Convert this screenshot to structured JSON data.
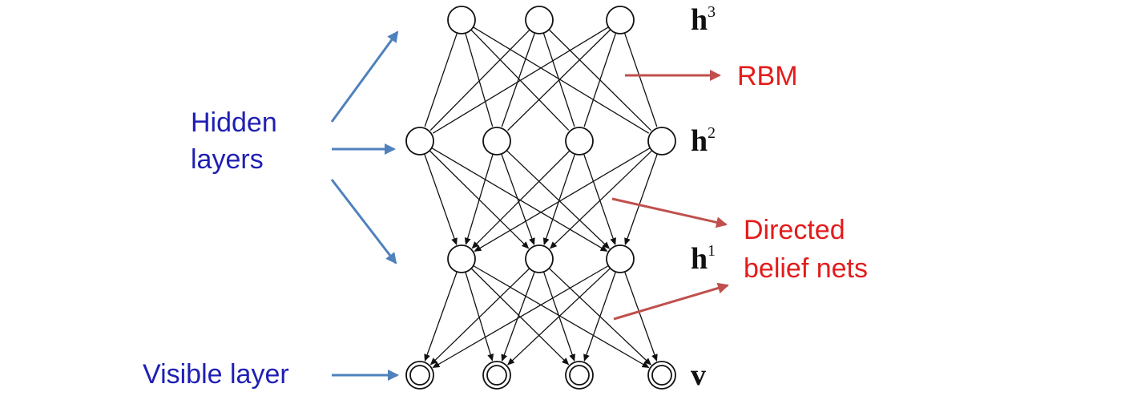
{
  "labels": {
    "hidden_layers": [
      "Hidden",
      "layers"
    ],
    "visible_layer": "Visible layer",
    "rbm": "RBM",
    "directed_belief_nets": [
      "Directed",
      "belief nets"
    ]
  },
  "layers": [
    {
      "id": "h3",
      "base": "h",
      "sup": "3",
      "nodes": 3,
      "kind": "hidden"
    },
    {
      "id": "h2",
      "base": "h",
      "sup": "2",
      "nodes": 4,
      "kind": "hidden"
    },
    {
      "id": "h1",
      "base": "h",
      "sup": "1",
      "nodes": 3,
      "kind": "hidden"
    },
    {
      "id": "v",
      "base": "v",
      "sup": "",
      "nodes": 4,
      "kind": "visible"
    }
  ],
  "connections": [
    {
      "from": "h3",
      "to": "h2",
      "directed": false
    },
    {
      "from": "h2",
      "to": "h1",
      "directed": true
    },
    {
      "from": "h1",
      "to": "v",
      "directed": true
    }
  ],
  "colors": {
    "blue_text": "#1f1fb4",
    "blue_arrow": "#4f81bd",
    "red_text": "#e31c1c",
    "red_arrow": "#c0504d",
    "line": "#111111"
  }
}
